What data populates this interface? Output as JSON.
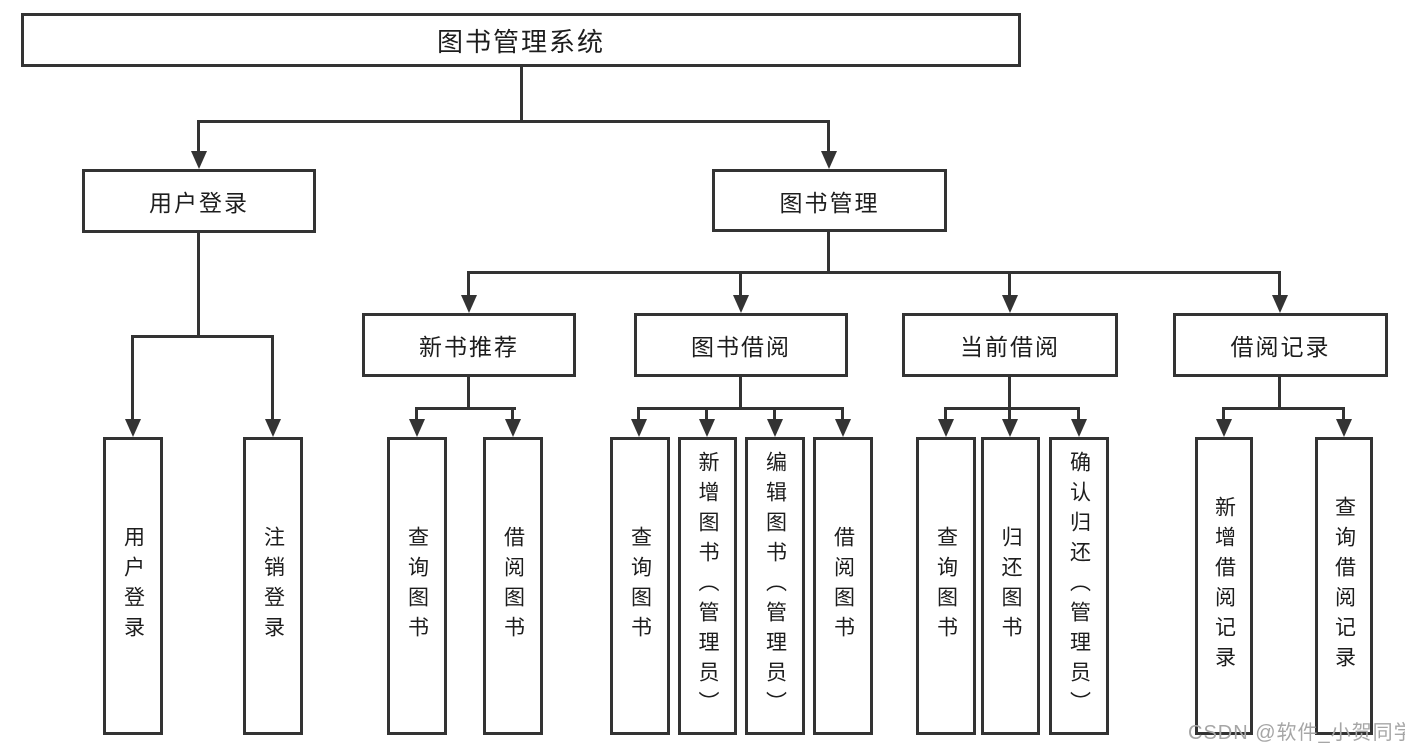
{
  "diagram_title": "图书管理系统",
  "nodes": {
    "root": "图书管理系统",
    "user_login": "用户登录",
    "book_management": "图书管理",
    "new_book_recommend": "新书推荐",
    "book_borrow": "图书借阅",
    "current_borrow": "当前借阅",
    "borrow_records": "借阅记录"
  },
  "leaves": {
    "user_login": [
      "用户登录",
      "注销登录"
    ],
    "new_book_recommend": [
      "查询图书",
      "借阅图书"
    ],
    "book_borrow": [
      "查询图书",
      "新增图书（管理员）",
      "编辑图书（管理员）",
      "借阅图书"
    ],
    "current_borrow": [
      "查询图书",
      "归还图书",
      "确认归还（管理员）"
    ],
    "borrow_records": [
      "新增借阅记录",
      "查询借阅记录"
    ]
  },
  "watermark": "CSDN @软件_小贺同学",
  "colors": {
    "line": "#333333",
    "box_border": "#333333",
    "text": "#1d1d1d",
    "watermark": "#a6a6a6",
    "background": "#ffffff"
  }
}
